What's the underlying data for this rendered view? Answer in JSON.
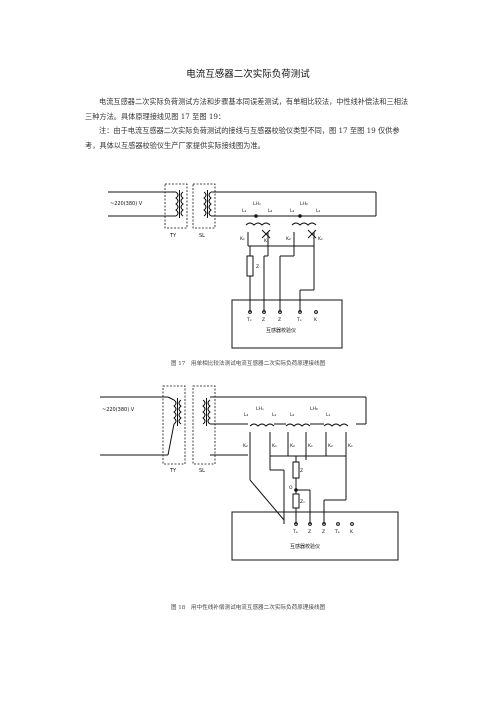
{
  "doc": {
    "title": "电流互感器二次实际负荷测试",
    "p1": "电流互感器二次实际负荷测试方法和步骤基本同误差测试，有单相比较法，中性线补偿法和三相法三种方法。具体原理接线见图 17 至图 19：",
    "p2": "注：由于电流互感器二次实际负荷测试的接线与互感器校验仪类型不同，图 17 至图 19 仅供参考，具体以互感器校验仪生产厂家提供实际接线图为准。"
  },
  "fig17": {
    "caption": "图 17　用单相比较法测试电流互感器二次实际负荷原理接线图",
    "source": "~220(380) V",
    "ty": "TY",
    "sl": "SL",
    "l1": "L₁",
    "l2a": "L₂",
    "l2b": "L₂",
    "l1b": "L₁",
    "lhx": "LHₓ",
    "lh0": "LH₀",
    "k1": "K₁",
    "k2a": "K₂",
    "k2b": "K₂",
    "k1b": "K₁",
    "z": "Z",
    "terms": [
      "Tₓ",
      "Z",
      "Z",
      "Tₓ",
      "K"
    ],
    "device": "互感器校验仪"
  },
  "fig18": {
    "caption": "图 18　用中性线补偿测试电流互感器二次实际负荷原理接线图",
    "source": "~220(380) V",
    "ty": "TY",
    "sl": "SL",
    "top": [
      "L₂",
      "LHₓ",
      "L₁",
      "L₂",
      "LH₀",
      "L₁"
    ],
    "kbot": [
      "K₂",
      "K₁",
      "K₂",
      "K₁",
      "K₂",
      "K₁"
    ],
    "z": "Z",
    "zn": "Zₙ",
    "o": "O",
    "terms": [
      "Tₐ",
      "Z",
      "Z",
      "Tₐ",
      "K"
    ],
    "device": "互感器校验仪"
  }
}
